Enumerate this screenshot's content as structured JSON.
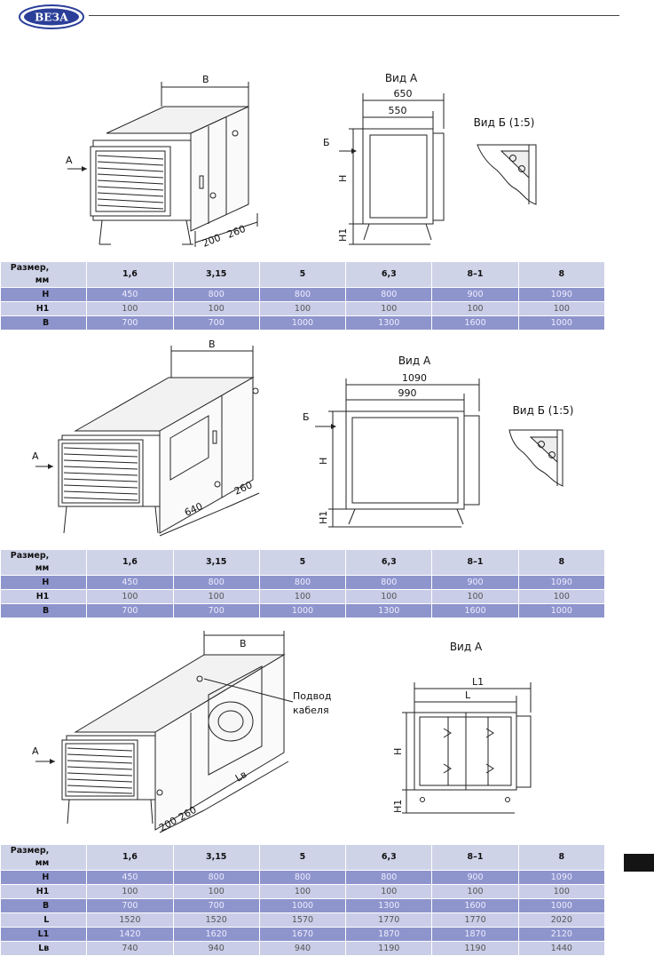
{
  "header": {
    "logo_text": "ВЕЗА"
  },
  "common": {
    "view_a": "Вид А",
    "view_b": "Вид Б (1:5)",
    "arrow_a": "А",
    "arrow_b": "Б",
    "dim_B": "B",
    "dim_H": "H",
    "dim_H1": "H1"
  },
  "section1": {
    "dims": {
      "w650": "650",
      "w550": "550",
      "d200": "200",
      "d260": "260"
    },
    "table": {
      "header": [
        "Размер, мм",
        "1,6",
        "3,15",
        "5",
        "6,3",
        "8–1",
        "8"
      ],
      "rows": [
        {
          "label": "H",
          "values": [
            "450",
            "800",
            "800",
            "800",
            "900",
            "1090"
          ]
        },
        {
          "label": "H1",
          "values": [
            "100",
            "100",
            "100",
            "100",
            "100",
            "100"
          ]
        },
        {
          "label": "B",
          "values": [
            "700",
            "700",
            "1000",
            "1300",
            "1600",
            "1000"
          ]
        }
      ]
    }
  },
  "section2": {
    "dims": {
      "w1090": "1090",
      "w990": "990",
      "d640": "640",
      "d260": "260"
    },
    "table": {
      "header": [
        "Размер, мм",
        "1,6",
        "3,15",
        "5",
        "6,3",
        "8–1",
        "8"
      ],
      "rows": [
        {
          "label": "H",
          "values": [
            "450",
            "800",
            "800",
            "800",
            "900",
            "1090"
          ]
        },
        {
          "label": "H1",
          "values": [
            "100",
            "100",
            "100",
            "100",
            "100",
            "100"
          ]
        },
        {
          "label": "B",
          "values": [
            "700",
            "700",
            "1000",
            "1300",
            "1600",
            "1000"
          ]
        }
      ]
    }
  },
  "section3": {
    "dims": {
      "d200": "200",
      "d260": "260",
      "L": "L",
      "L1": "L1",
      "Lb": "Lв"
    },
    "cable_line1": "Подвод",
    "cable_line2": "кабеля",
    "table": {
      "header": [
        "Размер, мм",
        "1,6",
        "3,15",
        "5",
        "6,3",
        "8–1",
        "8"
      ],
      "rows": [
        {
          "label": "H",
          "values": [
            "450",
            "800",
            "800",
            "800",
            "900",
            "1090"
          ]
        },
        {
          "label": "H1",
          "values": [
            "100",
            "100",
            "100",
            "100",
            "100",
            "100"
          ]
        },
        {
          "label": "B",
          "values": [
            "700",
            "700",
            "1000",
            "1300",
            "1600",
            "1000"
          ]
        },
        {
          "label": "L",
          "values": [
            "1520",
            "1520",
            "1570",
            "1770",
            "1770",
            "2020"
          ]
        },
        {
          "label": "L1",
          "values": [
            "1420",
            "1620",
            "1670",
            "1870",
            "1870",
            "2120"
          ]
        },
        {
          "label": "Lв",
          "values": [
            "740",
            "940",
            "940",
            "1190",
            "1190",
            "1440"
          ]
        }
      ]
    }
  },
  "colors": {
    "table_dark": "#8e94cc",
    "table_light": "#c9cde7",
    "table_head": "#cfd3e8",
    "logo_blue": "#2b3f99"
  }
}
